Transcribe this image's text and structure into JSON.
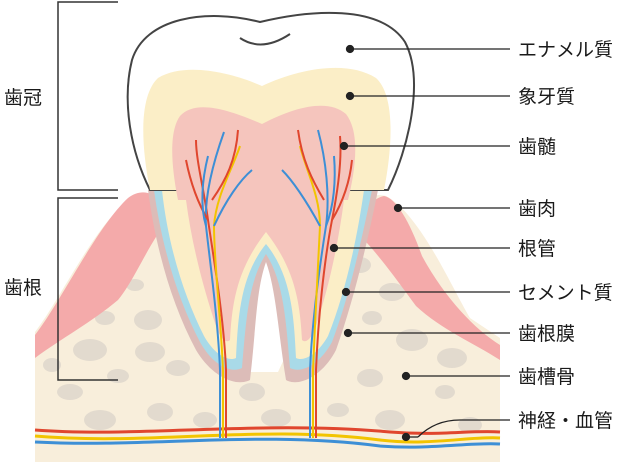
{
  "groups": {
    "crown": "歯冠",
    "root": "歯根"
  },
  "labels": [
    {
      "id": "enamel",
      "text": "エナメル質"
    },
    {
      "id": "dentin",
      "text": "象牙質"
    },
    {
      "id": "pulp",
      "text": "歯髄"
    },
    {
      "id": "gum",
      "text": "歯肉"
    },
    {
      "id": "root-canal",
      "text": "根管"
    },
    {
      "id": "cementum",
      "text": "セメント質"
    },
    {
      "id": "periodontal-ligament",
      "text": "歯根膜"
    },
    {
      "id": "alveolar-bone",
      "text": "歯槽骨"
    },
    {
      "id": "nerve-vessel",
      "text": "神経・血管"
    }
  ],
  "colors": {
    "enamel": "#ffffff",
    "dentin": "#fbeec7",
    "pulp": "#f5c5bd",
    "gum": "#f4aaaa",
    "cementum": "#a9dae8",
    "ligament": "#dcbcb8",
    "bone": "#f8eedb",
    "bone_spots": "#e2dace",
    "nerve": "#f2c400",
    "artery": "#e0462e",
    "vein": "#3d8fd6",
    "outline": "#444444"
  }
}
